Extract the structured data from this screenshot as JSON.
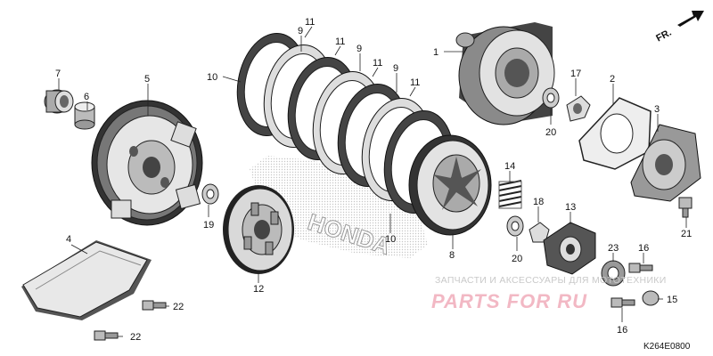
{
  "diagram": {
    "code": "K264E0800",
    "front_marker": "FR.",
    "brand_stamp": "HONDA",
    "watermark_text": "ЗАПЧАСТИ И АКСЕССУАРЫ ДЛЯ МОТОТЕХНИКИ",
    "watermark_logo": "PARTS FOR RU",
    "callouts": [
      {
        "id": "c1",
        "label": "1"
      },
      {
        "id": "c2",
        "label": "2"
      },
      {
        "id": "c3",
        "label": "3"
      },
      {
        "id": "c4",
        "label": "4"
      },
      {
        "id": "c5",
        "label": "5"
      },
      {
        "id": "c6",
        "label": "6"
      },
      {
        "id": "c7",
        "label": "7"
      },
      {
        "id": "c8",
        "label": "8"
      },
      {
        "id": "c9a",
        "label": "9"
      },
      {
        "id": "c9b",
        "label": "9"
      },
      {
        "id": "c9c",
        "label": "9"
      },
      {
        "id": "c10a",
        "label": "10"
      },
      {
        "id": "c10b",
        "label": "10"
      },
      {
        "id": "c11a",
        "label": "11"
      },
      {
        "id": "c11b",
        "label": "11"
      },
      {
        "id": "c11c",
        "label": "11"
      },
      {
        "id": "c11d",
        "label": "11"
      },
      {
        "id": "c12",
        "label": "12"
      },
      {
        "id": "c13",
        "label": "13"
      },
      {
        "id": "c14",
        "label": "14"
      },
      {
        "id": "c15",
        "label": "15"
      },
      {
        "id": "c16a",
        "label": "16"
      },
      {
        "id": "c16b",
        "label": "16"
      },
      {
        "id": "c17",
        "label": "17"
      },
      {
        "id": "c18",
        "label": "18"
      },
      {
        "id": "c19",
        "label": "19"
      },
      {
        "id": "c20a",
        "label": "20"
      },
      {
        "id": "c20b",
        "label": "20"
      },
      {
        "id": "c21",
        "label": "21"
      },
      {
        "id": "c22a",
        "label": "22"
      },
      {
        "id": "c22b",
        "label": "22"
      },
      {
        "id": "c23",
        "label": "23"
      }
    ]
  }
}
